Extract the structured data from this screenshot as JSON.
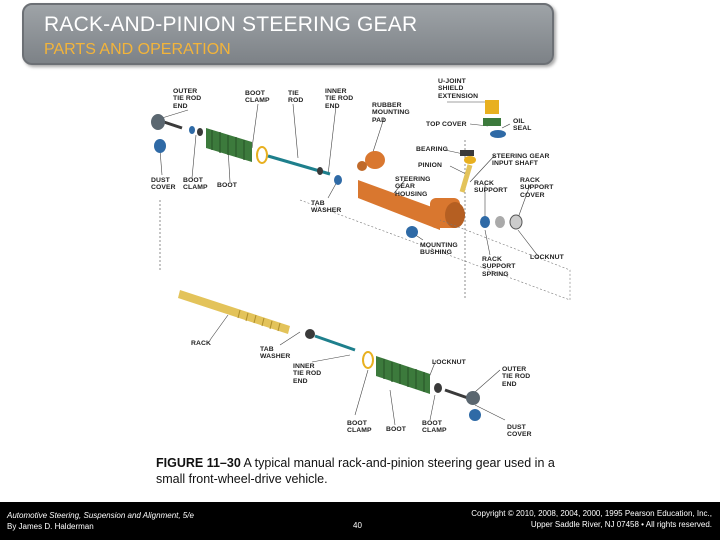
{
  "header": {
    "title": "RACK-AND-PINION STEERING GEAR",
    "subtitle": "PARTS AND OPERATION"
  },
  "diagram": {
    "labels": {
      "outer_tie_rod_end_top": "OUTER\nTIE ROD\nEND",
      "boot_clamp_top": "BOOT\nCLAMP",
      "tie_rod": "TIE\nROD",
      "inner_tie_rod_end_top": "INNER\nTIE ROD\nEND",
      "rubber_mounting_pad": "RUBBER\nMOUNTING\nPAD",
      "u_joint_shield_extension": "U-JOINT\nSHIELD\nEXTENSION",
      "top_cover": "TOP COVER",
      "oil_seal": "OIL\nSEAL",
      "bearing": "BEARING",
      "pinion": "PINION",
      "steering_gear_input_shaft": "STEERING GEAR\nINPUT SHAFT",
      "dust_cover_top": "DUST\nCOVER",
      "boot_clamp_left": "BOOT\nCLAMP",
      "boot_top": "BOOT",
      "steering_gear_housing": "STEERING\nGEAR\nHOUSING",
      "rack_support": "RACK\nSUPPORT",
      "rack_support_cover": "RACK\nSUPPORT\nCOVER",
      "tab_washer_top": "TAB\nWASHER",
      "mounting_bushing": "MOUNTING\nBUSHING",
      "rack_support_spring": "RACK\nSUPPORT\nSPRING",
      "locknut_top": "LOCKNUT",
      "rack": "RACK",
      "tab_washer_bottom": "TAB\nWASHER",
      "locknut_bottom": "LOCKNUT",
      "inner_tie_rod_end_bottom": "INNER\nTIE ROD\nEND",
      "outer_tie_rod_end_bottom": "OUTER\nTIE ROD\nEND",
      "boot_clamp_bottom_left": "BOOT\nCLAMP",
      "boot_bottom": "BOOT",
      "boot_clamp_bottom_right": "BOOT\nCLAMP",
      "dust_cover_bottom": "DUST\nCOVER"
    },
    "colors": {
      "boot": "#3c7a3c",
      "housing": "#d9772f",
      "rack": "#e3c35a",
      "rod": "#1e7f8c",
      "clamp": "#e8b020",
      "part_blue": "#2f6aa6",
      "part_dark": "#3a3a3a"
    }
  },
  "caption": {
    "figure": "FIGURE 11–30",
    "text": " A typical manual rack-and-pinion steering gear used in a small front-wheel-drive vehicle."
  },
  "footer": {
    "book_line1": "Automotive Steering, Suspension and Alignment, 5/e",
    "book_line2": "By James D. Halderman",
    "page": "40",
    "copyright_line1": "Copyright © 2010, 2008, 2004, 2000, 1995 Pearson Education, Inc.,",
    "copyright_line2": "Upper Saddle River, NJ 07458 • All rights reserved."
  }
}
